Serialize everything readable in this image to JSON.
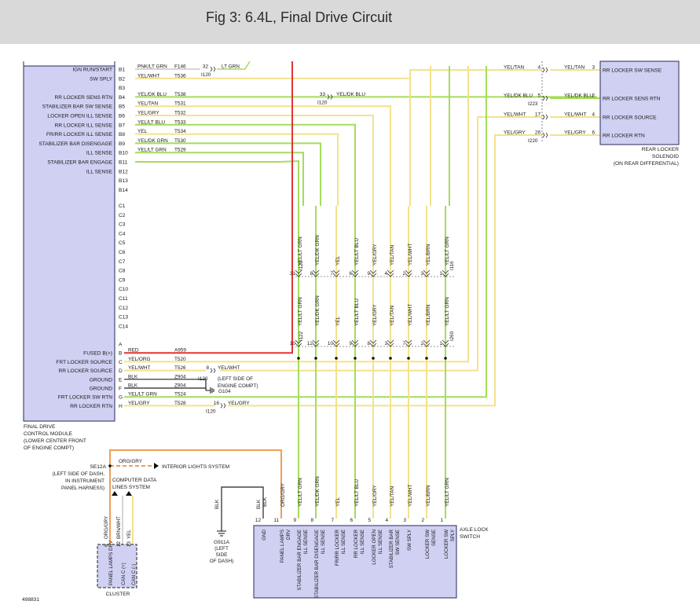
{
  "header": {
    "title": "Fig 3: 6.4L, Final Drive Circuit"
  },
  "colors": {
    "module_fill": "#cfd0f2",
    "module_border": "#2a2a5a",
    "wire_yellow": "#f3e28a",
    "wire_green": "#a6dc5a",
    "wire_red": "#e03434",
    "wire_orange": "#ef9e5a",
    "wire_black": "#222222"
  },
  "module": {
    "pins_b": [
      {
        "label": "IGN RUN/START",
        "pin": "B1",
        "color": "PNK/LT GRN",
        "circuit": "F146"
      },
      {
        "label": "SW SPLY",
        "pin": "B2",
        "color": "YEL/WHT",
        "circuit": "T536"
      },
      {
        "label": "",
        "pin": "B3",
        "color": "",
        "circuit": ""
      },
      {
        "label": "RR LOCKER SENS RTN",
        "pin": "B4",
        "color": "YEL/DK BLU",
        "circuit": "T538"
      },
      {
        "label": "STABILIZER BAR SW SENSE",
        "pin": "B5",
        "color": "YEL/TAN",
        "circuit": "T531"
      },
      {
        "label": "LOCKER OPEN ILL SENSE",
        "pin": "B6",
        "color": "YEL/GRY",
        "circuit": "T532"
      },
      {
        "label": "RR LOCKER ILL SENSE",
        "pin": "B7",
        "color": "YEL/LT BLU",
        "circuit": "T533"
      },
      {
        "label": "FR/RR LOCKER ILL SENSE",
        "pin": "B8",
        "color": "YEL",
        "circuit": "T534"
      },
      {
        "label": "STABILIZER BAR DISENGAGE",
        "pin": "B9",
        "color": "YEL/DK GRN",
        "circuit": "T530"
      },
      {
        "label": "ILL SENSE",
        "pin": "B10",
        "color": "YEL/LT GRN",
        "circuit": "T529"
      },
      {
        "label": "STABILIZER BAR ENGAGE",
        "pin": "B11",
        "color": "",
        "circuit": ""
      },
      {
        "label": "ILL SENSE",
        "pin": "B12",
        "color": "",
        "circuit": ""
      },
      {
        "label": "",
        "pin": "B13",
        "color": "",
        "circuit": ""
      },
      {
        "label": "",
        "pin": "B14",
        "color": "",
        "circuit": ""
      }
    ],
    "pins_c": [
      "C1",
      "C2",
      "C3",
      "C4",
      "C5",
      "C6",
      "C7",
      "C8",
      "C9",
      "C10",
      "C11",
      "C12",
      "C13",
      "C14"
    ],
    "pins_a": [
      {
        "label": "",
        "pin": "A",
        "color": "",
        "circuit": ""
      },
      {
        "label": "FUSED B(+)",
        "pin": "B",
        "color": "RED",
        "circuit": "A959"
      },
      {
        "label": "FRT LOCKER SOURCE",
        "pin": "C",
        "color": "YEL/ORG",
        "circuit": "T520"
      },
      {
        "label": "RR LOCKER SOURCE",
        "pin": "D",
        "color": "YEL/WHT",
        "circuit": "T526"
      },
      {
        "label": "GROUND",
        "pin": "E",
        "color": "BLK",
        "circuit": "Z904"
      },
      {
        "label": "GROUND",
        "pin": "F",
        "color": "BLK",
        "circuit": "Z904"
      },
      {
        "label": "FRT LOCKER SW RTN",
        "pin": "G",
        "color": "YEL/LT GRN",
        "circuit": "T524"
      },
      {
        "label": "RR LOCKER RTN",
        "pin": "H",
        "color": "YEL/GRY",
        "circuit": "T528"
      }
    ],
    "caption": [
      "FINAL DRIVE",
      "CONTROL MODULE",
      "(LOWER CENTER FRONT",
      "OF ENGINE COMPT)"
    ]
  },
  "splices": {
    "b1": {
      "pin": "32",
      "color": "LT GRN",
      "connector": "I120"
    },
    "b4": {
      "pin": "33",
      "color": "YEL/DK BLU",
      "connector": "I120"
    },
    "d": {
      "pin": "8",
      "color": "YEL/WHT",
      "connector": "I120",
      "note": [
        "(LEFT SIDE OF",
        "ENGINE COMPT)"
      ]
    },
    "h": {
      "pin": "16",
      "color": "YEL/GRY",
      "connector": "I120"
    },
    "ground": "G104"
  },
  "vertical_wires": [
    {
      "color": "YEL/LT GRN",
      "upper_pin": "31",
      "lower_pin": "10",
      "bottom_color": "YEL/LT GRN",
      "switch_pin": "9"
    },
    {
      "color": "YEL/DK GRN",
      "upper_pin": "8",
      "lower_pin": "12",
      "bottom_color": "YEL/DK GRN",
      "switch_pin": "8"
    },
    {
      "color": "YEL",
      "upper_pin": "7",
      "lower_pin": "10",
      "bottom_color": "YEL",
      "switch_pin": "7"
    },
    {
      "color": "YEL/LT BLU",
      "upper_pin": "6",
      "lower_pin": "9",
      "bottom_color": "YEL/LT BLU",
      "switch_pin": "6"
    },
    {
      "color": "YEL/GRY",
      "upper_pin": "9",
      "lower_pin": "8",
      "bottom_color": "YEL/GRY",
      "switch_pin": "5"
    },
    {
      "color": "YEL/TAN",
      "upper_pin": "4",
      "lower_pin": "3",
      "bottom_color": "YEL/TAN",
      "switch_pin": "4"
    },
    {
      "color": "YEL/WHT",
      "upper_pin": "2",
      "lower_pin": "7",
      "bottom_color": "YEL/WHT",
      "switch_pin": "3"
    },
    {
      "color": "YEL/BRN",
      "upper_pin": "3",
      "lower_pin": "2",
      "bottom_color": "YEL/BRN",
      "switch_pin": "2"
    },
    {
      "color": "YEL/LT GRN",
      "upper_pin": "1",
      "lower_pin": "1",
      "bottom_color": "YEL/LT GRN",
      "switch_pin": "1"
    }
  ],
  "connector_labels": {
    "upper_left": "I120",
    "upper_right": "I116",
    "lower_left": "I122",
    "lower_right": "I260"
  },
  "rear_locker": {
    "pins": [
      {
        "label": "RR LOCKER SW SENSE",
        "pin": "3",
        "color": "YEL/TAN",
        "splice_pin": "4",
        "left_color": "YEL/TAN"
      },
      {
        "label": "RR LOCKER SENS RTN",
        "pin": "2",
        "color": "YEL/DK BLU",
        "splice_pin": "5",
        "left_color": "YEL/DK BLU"
      },
      {
        "label": "RR LOCKER SOURCE",
        "pin": "4",
        "color": "YEL/WHT",
        "splice_pin": "17",
        "left_color": "YEL/WHT"
      },
      {
        "label": "RR LOCKER RTN",
        "pin": "6",
        "color": "YEL/GRY",
        "splice_pin": "26",
        "left_color": "YEL/GRY"
      }
    ],
    "splice_connectors": [
      "I223",
      "I220"
    ],
    "caption": [
      "REAR LOCKER",
      "SOLENOID",
      "(ON REAR DIFFERENTIAL)"
    ]
  },
  "interior": {
    "splice": "SE12A",
    "wire_color": "ORG/GRY",
    "arrow_label": "INTERIOR LIGHTS SYSTEM",
    "location": [
      "(LEFT SIDE OF DASH,",
      "IN INSTRUMENT",
      "PANEL HARNESS)"
    ]
  },
  "computer_data": [
    "COMPUTER DATA",
    "LINES SYSTEM"
  ],
  "cluster": {
    "pins": [
      {
        "num": "6",
        "color": "ORG/GRY",
        "label": "PANEL LAMPS DRV"
      },
      {
        "num": "12",
        "color": "BRN/WHT",
        "label": "CAN C (+)"
      },
      {
        "num": "13",
        "color": "YEL",
        "label": "CAN C (-)"
      }
    ],
    "caption": "CLUSTER"
  },
  "ground_g911a": {
    "wire_color": "BLK",
    "name": "G911A",
    "location": [
      "(LEFT",
      "SIDE",
      "OF DASH)"
    ]
  },
  "axle_switch": {
    "caption": [
      "AXLE LOCK",
      "SWITCH"
    ],
    "pins": [
      {
        "num": "12",
        "color": "BLK",
        "label": "GND"
      },
      {
        "num": "11",
        "color": "ORG/GRY",
        "label": "PANEL LAMPS DRV"
      },
      {
        "num": "9",
        "color": "YEL/LT GRN",
        "label": "STABILIZER BAR ENGAGE ILL SENSE"
      },
      {
        "num": "8",
        "color": "YEL/DK GRN",
        "label": "STABILIZER BAR DISENGAGE ILL SENSE"
      },
      {
        "num": "7",
        "color": "YEL",
        "label": "FR/RR LOCKER ILL SENSE"
      },
      {
        "num": "6",
        "color": "YEL/LT BLU",
        "label": "RR LOCKER ILL SENSE"
      },
      {
        "num": "5",
        "color": "YEL/GRY",
        "label": "LOCKER OPEN ILL SENSE"
      },
      {
        "num": "4",
        "color": "YEL/TAN",
        "label": "STABILIZER BAR SW SENSE"
      },
      {
        "num": "3",
        "color": "YEL/WHT",
        "label": "SW SPLY"
      },
      {
        "num": "2",
        "color": "YEL/BRN",
        "label": "LOCKER SW SENSE"
      },
      {
        "num": "1",
        "color": "YEL/LT GRN",
        "label": "LOCKER SW SPLY"
      }
    ]
  },
  "figure_id": "498831"
}
